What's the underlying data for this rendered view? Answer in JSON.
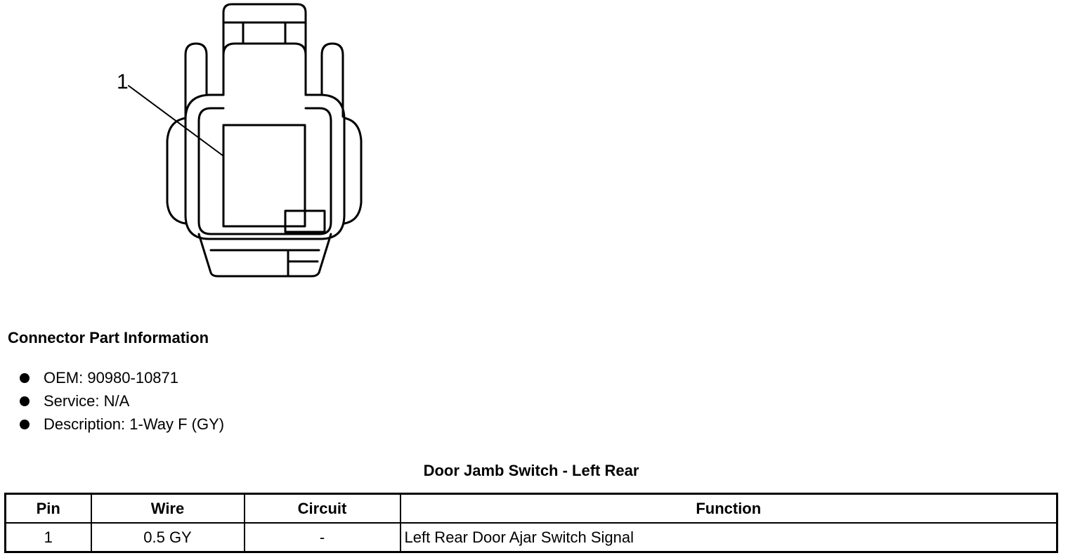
{
  "diagram": {
    "callout_label": "1"
  },
  "connector_info": {
    "heading": "Connector Part Information",
    "items": [
      "OEM: 90980-10871",
      "Service: N/A",
      "Description: 1-Way F (GY)"
    ]
  },
  "pinout_table": {
    "title": "Door Jamb Switch - Left Rear",
    "headers": [
      "Pin",
      "Wire",
      "Circuit",
      "Function"
    ],
    "rows": [
      [
        "1",
        "0.5 GY",
        "-",
        "Left Rear Door Ajar Switch Signal"
      ]
    ]
  }
}
